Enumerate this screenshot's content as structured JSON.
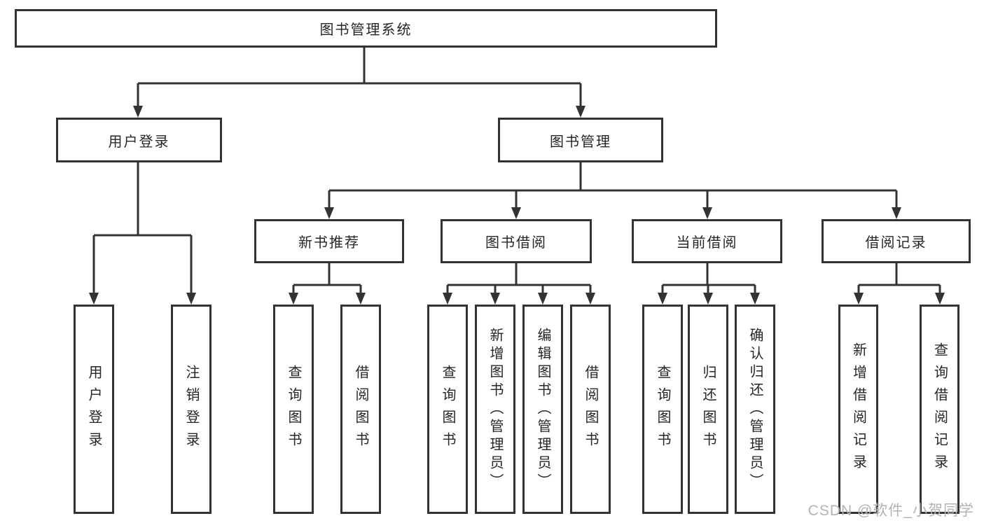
{
  "diagram": {
    "title": "图书管理系统",
    "root": {
      "label": "图书管理系统"
    },
    "level2": [
      {
        "label": "用户登录"
      },
      {
        "label": "图书管理"
      }
    ],
    "level3": [
      {
        "label": "新书推荐"
      },
      {
        "label": "图书借阅"
      },
      {
        "label": "当前借阅"
      },
      {
        "label": "借阅记录"
      }
    ],
    "leaves": {
      "user_login": [
        {
          "label": "用户登录"
        },
        {
          "label": "注销登录"
        }
      ],
      "new_book": [
        {
          "label": "查询图书"
        },
        {
          "label": "借阅图书"
        }
      ],
      "book_borrow": [
        {
          "label": "查询图书"
        },
        {
          "label": "新增图书（管理员）"
        },
        {
          "label": "编辑图书（管理员）"
        },
        {
          "label": "借阅图书"
        }
      ],
      "current_borrow": [
        {
          "label": "查询图书"
        },
        {
          "label": "归还图书"
        },
        {
          "label": "确认归还（管理员）"
        }
      ],
      "borrow_records": [
        {
          "label": "新增借阅记录"
        },
        {
          "label": "查询借阅记录"
        }
      ]
    }
  },
  "watermark": {
    "text": "CSDN @软件_小贺同学"
  },
  "colors": {
    "line": "#333333",
    "text": "#262626",
    "background": "#ffffff",
    "watermark": "#b3b3b3"
  }
}
